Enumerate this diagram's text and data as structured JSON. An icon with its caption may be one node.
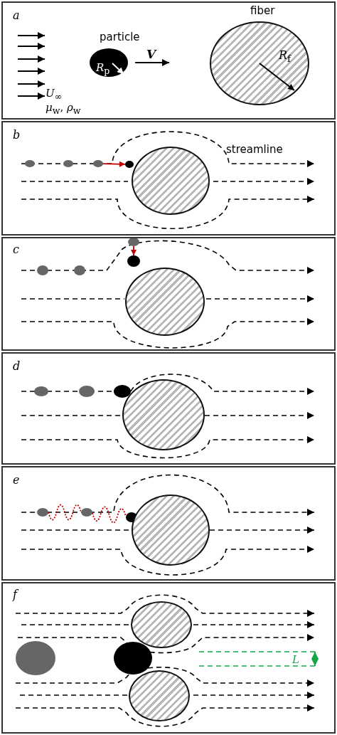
{
  "diagram": {
    "nodes": [
      {
        "text": [
          "a"
        ]
      },
      {
        "text": [
          "*R*$_{p}$"
        ],
        "in": 0,
        "beside": [
          "particle"
        ]
      },
      {
        "text": [
          "*R*$_{f}$"
        ],
        "in": 0,
        "beside": [
          "fiber"
        ]
      },
      {
        "text": [
          "b"
        ]
      },
      {
        "text": [],
        "shape": "circle",
        "in": 3
      },
      {
        "text": [],
        "shape": "circle",
        "in": 3
      },
      {
        "text": [],
        "shape": "circle",
        "in": 3
      },
      {
        "text": [],
        "shape": "circle",
        "in": 3
      },
      {
        "text": [],
        "shape": "circle",
        "in": 3
      },
      {
        "text": [
          "c"
        ]
      },
      {
        "text": [],
        "shape": "circle",
        "in": 9
      },
      {
        "text": [],
        "shape": "circle",
        "in": 9
      },
      {
        "text": [],
        "shape": "circle",
        "in": 9
      },
      {
        "text": [],
        "shape": "circle",
        "in": 9
      },
      {
        "text": [],
        "shape": "circle",
        "in": 9
      },
      {
        "text": [
          "d"
        ]
      },
      {
        "text": [],
        "shape": "circle",
        "in": 15
      },
      {
        "text": [],
        "shape": "circle",
        "in": 15
      },
      {
        "text": [],
        "shape": "circle",
        "in": 15
      },
      {
        "text": [],
        "shape": "circle",
        "in": 15
      },
      {
        "text": [
          "e"
        ]
      },
      {
        "text": [],
        "shape": "circle",
        "in": 20
      },
      {
        "text": [],
        "shape": "circle",
        "in": 20
      },
      {
        "text": [],
        "shape": "circle",
        "in": 20
      },
      {
        "text": [],
        "shape": "circle",
        "in": 20
      },
      {
        "text": [
          "f"
        ]
      },
      {
        "text": [],
        "shape": "circle",
        "in": 25
      },
      {
        "text": [],
        "shape": "circle",
        "in": 25
      },
      {
        "text": [],
        "shape": "circle",
        "in": 25
      },
      {
        "text": [],
        "shape": "circle",
        "in": 25
      }
    ],
    "edges": [
      {
        "from": 6,
        "to": 7,
        "arrow": "to",
        "color": "#c00000"
      },
      {
        "from": 12,
        "to": 13,
        "arrow": "to",
        "color": "#c00000"
      },
      {
        "from": 21,
        "to": 22,
        "arrow": "none",
        "style": "dashed",
        "color": "#c00000"
      },
      {
        "from": 22,
        "to": 23,
        "arrow": "none",
        "style": "dashed",
        "color": "#c00000"
      }
    ],
    "labels": [
      "*V*",
      "*U*$_{∞}$",
      "*μ*$_{w}$, *ρ*$_{w}$",
      "streamline",
      "*L*"
    ]
  }
}
